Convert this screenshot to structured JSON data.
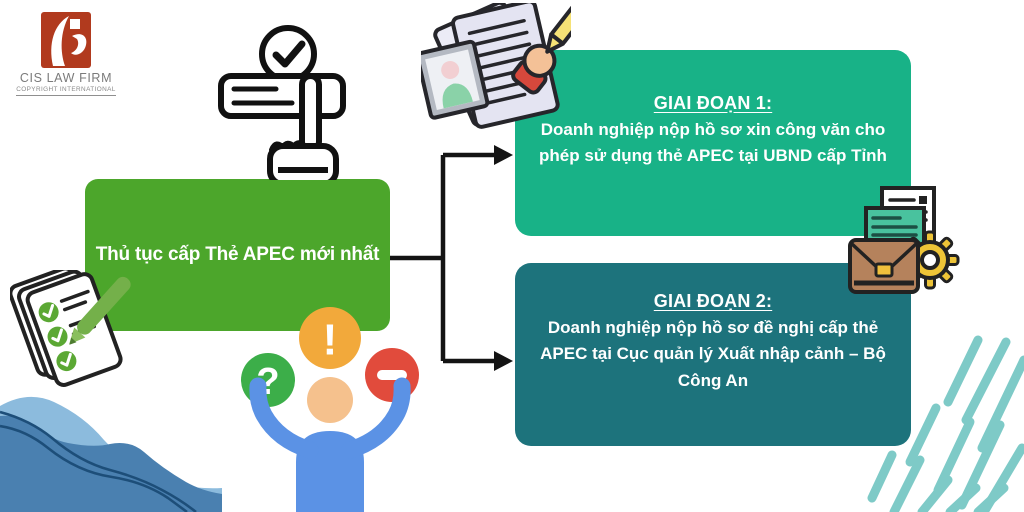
{
  "header": {
    "logo_text": "CIS LAW FIRM",
    "logo_subtext": "COPYRIGHT INTERNATIONAL"
  },
  "flow": {
    "root_label": "Thủ tục cấp Thẻ APEC mới nhất",
    "stages": [
      {
        "title": "GIAI ĐOẠN 1:",
        "body": "Doanh nghiệp nộp hồ sơ xin công văn cho phép sử dụng thẻ APEC tại UBND cấp Tỉnh"
      },
      {
        "title": "GIAI ĐOẠN 2:",
        "body": "Doanh nghiệp nộp hồ sơ đề nghị cấp thẻ APEC tại Cục quản lý Xuất nhập cảnh – Bộ Công An"
      }
    ]
  },
  "icons": {
    "click": "click-checkmark-icon",
    "signing": "document-signing-icon",
    "checklist": "checklist-pencil-icon",
    "person": "confused-person-icon",
    "briefcase": "briefcase-gear-icon",
    "question_glyph": "?",
    "exclamation_glyph": "!"
  },
  "colors": {
    "root_box": "#4ca62b",
    "stage1_box": "#18b287",
    "stage2_box": "#1d737c",
    "logo_red": "#b13a1e",
    "stripe": "#7ecac7",
    "wave_dark": "#4a80b0",
    "wave_light": "#8cbbdd",
    "wave_line": "#1d4e79",
    "connector": "#141414"
  }
}
